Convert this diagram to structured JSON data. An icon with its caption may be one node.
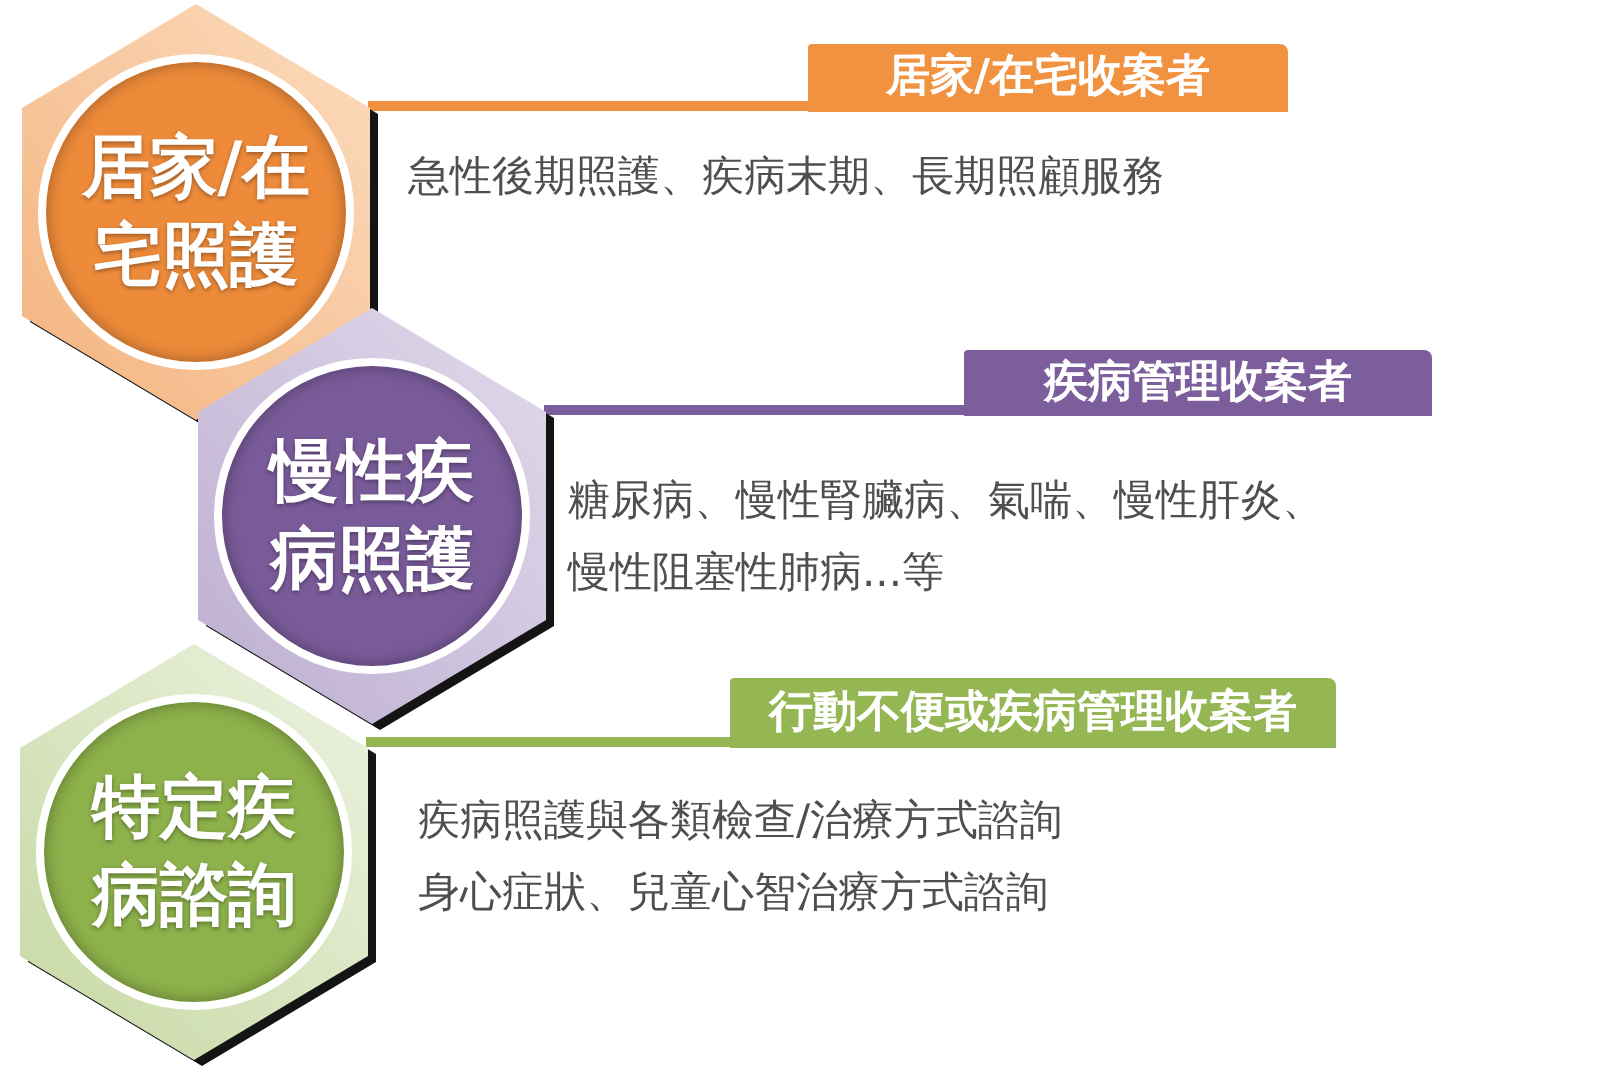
{
  "diagram": {
    "nodes": [
      {
        "text": [],
        "shape": "hexagon",
        "beside": [
          "急性後期照護、疾病末期、長期照顧服務"
        ]
      },
      {
        "text": [
          "居家/在宅照護"
        ],
        "in": 0
      },
      {
        "text": [
          "居家/在宅收案者"
        ]
      },
      {
        "text": [],
        "shape": "hexagon",
        "beside": [
          "糖尿病、慢性腎臟病、氣喘、慢性肝炎、慢性阻塞性肺病...等"
        ]
      },
      {
        "text": [
          "慢性疾病照護"
        ],
        "in": 3
      },
      {
        "text": [
          "疾病管理收案者"
        ]
      },
      {
        "text": [],
        "shape": "hexagon",
        "beside": [
          "疾病照護與各類檢查/治療方式諮詢",
          "身心症狀、兒童心智治療方式諮詢"
        ]
      },
      {
        "text": [
          "特定疾病諮詢"
        ],
        "in": 6
      },
      {
        "text": [
          "行動不便或疾病管理收案者"
        ]
      }
    ],
    "edges": [
      {
        "from": 0,
        "to": 2,
        "arrow": "none",
        "color": "#f0923f"
      },
      {
        "from": 3,
        "to": 5,
        "arrow": "none",
        "color": "#7c5e9d"
      },
      {
        "from": 6,
        "to": 8,
        "arrow": "none",
        "color": "#94b653"
      }
    ]
  }
}
